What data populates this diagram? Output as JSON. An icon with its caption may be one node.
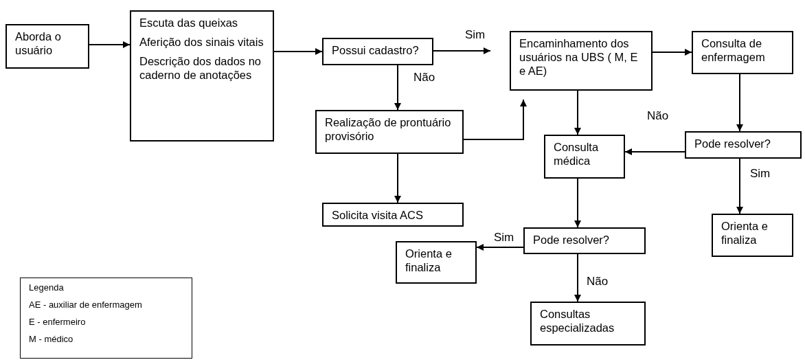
{
  "diagram": {
    "nodes": [
      {
        "text": [
          "Aborda o usuário"
        ]
      },
      {
        "text": [
          "Escuta das queixas",
          "Aferição dos sinais vitais",
          "Descrição dos dados no caderno de anotações"
        ]
      },
      {
        "text": [
          "Possui cadastro?"
        ]
      },
      {
        "text": [
          "Realização de prontuário provisório"
        ]
      },
      {
        "text": [
          "Solicita visita ACS"
        ]
      },
      {
        "text": [
          "Encaminhamento dos usuários na UBS ( M, E e AE)"
        ]
      },
      {
        "text": [
          "Consulta de enfermagem"
        ]
      },
      {
        "text": [
          "Consulta médica"
        ]
      },
      {
        "text": [
          "Pode resolver?"
        ]
      },
      {
        "text": [
          "Orienta e finaliza"
        ]
      },
      {
        "text": [
          "Pode resolver?"
        ]
      },
      {
        "text": [
          "Orienta e finaliza"
        ]
      },
      {
        "text": [
          "Consultas especializadas"
        ]
      },
      {
        "text": [
          "Legenda",
          "AE - auxiliar de enfermagem",
          "E - enfermeiro",
          "M - médico"
        ]
      }
    ],
    "edges": [
      {
        "from": 0,
        "to": 1,
        "arrow": "to"
      },
      {
        "from": 1,
        "to": 2,
        "arrow": "to"
      },
      {
        "from": 2,
        "to": 5,
        "arrow": "to",
        "label": "Sim"
      },
      {
        "from": 2,
        "to": 3,
        "arrow": "to",
        "label": "Não"
      },
      {
        "from": 3,
        "to": 5,
        "arrow": "to"
      },
      {
        "from": 3,
        "to": 4,
        "arrow": "to"
      },
      {
        "from": 5,
        "to": 6,
        "arrow": "to"
      },
      {
        "from": 5,
        "to": 7,
        "arrow": "to"
      },
      {
        "from": 6,
        "to": 8,
        "arrow": "to"
      },
      {
        "from": 8,
        "to": 7,
        "arrow": "to",
        "label": "Não"
      },
      {
        "from": 8,
        "to": 9,
        "arrow": "to",
        "label": "Sim"
      },
      {
        "from": 7,
        "to": 10,
        "arrow": "to"
      },
      {
        "from": 10,
        "to": 11,
        "arrow": "to",
        "label": "Sim"
      },
      {
        "from": 10,
        "to": 12,
        "arrow": "to",
        "label": "Não"
      }
    ]
  }
}
